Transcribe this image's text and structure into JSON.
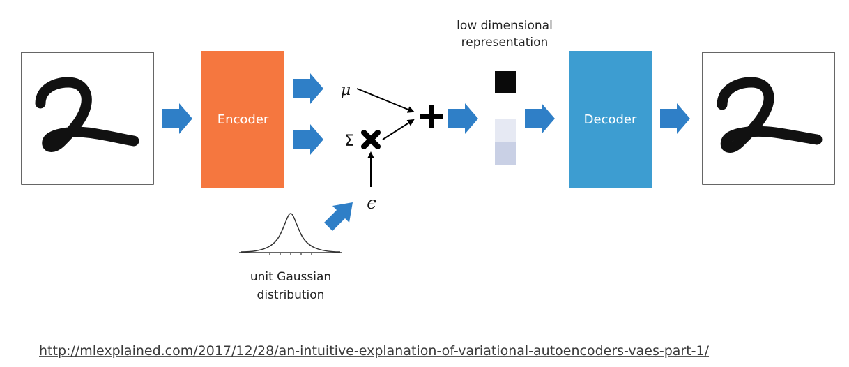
{
  "diagram": {
    "encoder_label": "Encoder",
    "decoder_label": "Decoder",
    "mu_symbol": "μ",
    "sigma_symbol": "Σ",
    "epsilon_symbol": "ϵ",
    "latent_label_line1": "low dimensional",
    "latent_label_line2": "representation",
    "gaussian_label_line1": "unit Gaussian",
    "gaussian_label_line2": "distribution",
    "colors": {
      "encoder": "#f5773f",
      "decoder": "#3d9dd1",
      "arrow": "#2f7fc7",
      "latent_top": "#0a0a0a",
      "latent_mid": "#e6e9f3",
      "latent_bottom": "#c9d0e5"
    }
  },
  "footer": {
    "source_url": "http://mlexplained.com/2017/12/28/an-intuitive-explanation-of-variational-autoencoders-vaes-part-1/"
  }
}
